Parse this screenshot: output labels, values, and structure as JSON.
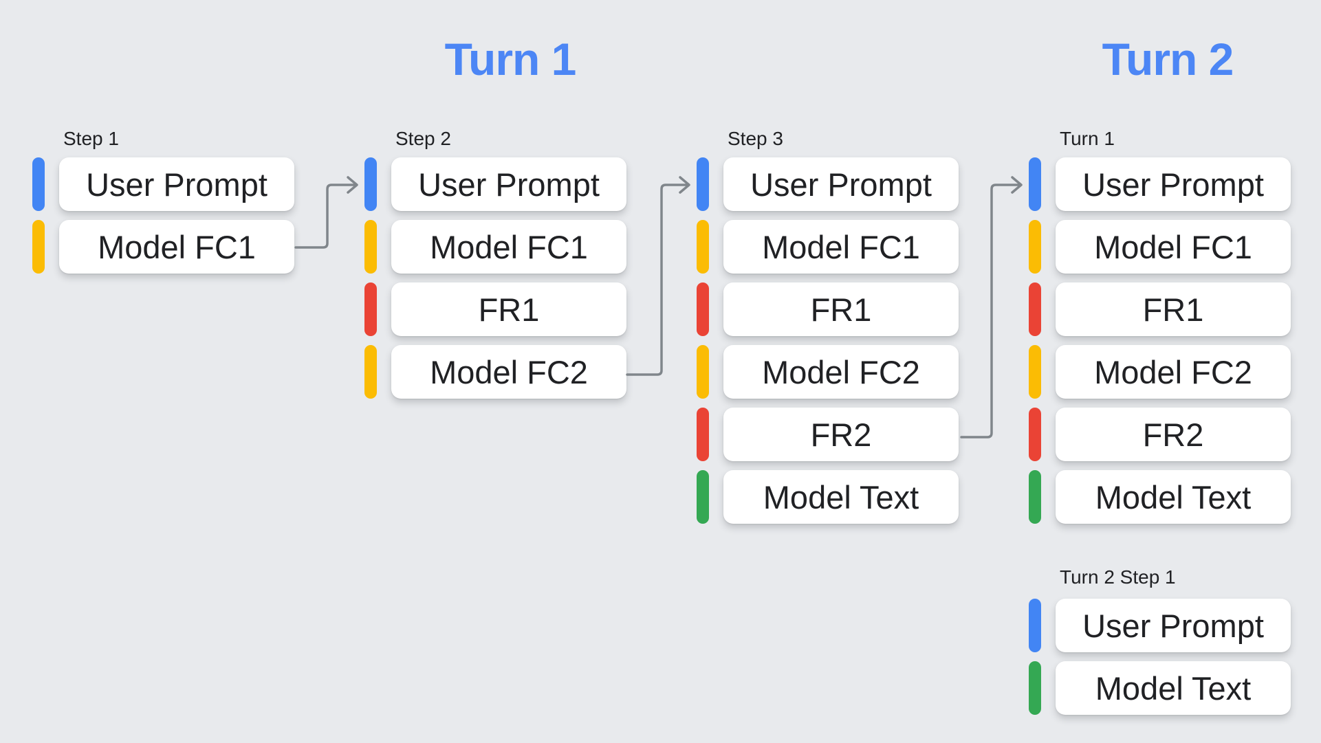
{
  "canvas": {
    "background": "#e8eaed"
  },
  "titles": {
    "turn1": "Turn 1",
    "turn2": "Turn 2"
  },
  "colors": {
    "blue": "#4285f4",
    "yellow": "#fbbc04",
    "red": "#ea4335",
    "green": "#34a853",
    "arrow": "#80868b",
    "title": "#4c86f5",
    "card": "#ffffff",
    "text": "#202124"
  },
  "columns": [
    {
      "label": "Step 1",
      "items": [
        {
          "kind": "user-prompt",
          "color": "blue",
          "label": "User Prompt"
        },
        {
          "kind": "model-function-call",
          "color": "yellow",
          "label": "Model FC1"
        }
      ]
    },
    {
      "label": "Step 2",
      "items": [
        {
          "kind": "user-prompt",
          "color": "blue",
          "label": "User Prompt"
        },
        {
          "kind": "model-function-call",
          "color": "yellow",
          "label": "Model FC1"
        },
        {
          "kind": "function-response",
          "color": "red",
          "label": "FR1"
        },
        {
          "kind": "model-function-call",
          "color": "yellow",
          "label": "Model FC2"
        }
      ]
    },
    {
      "label": "Step 3",
      "items": [
        {
          "kind": "user-prompt",
          "color": "blue",
          "label": "User Prompt"
        },
        {
          "kind": "model-function-call",
          "color": "yellow",
          "label": "Model FC1"
        },
        {
          "kind": "function-response",
          "color": "red",
          "label": "FR1"
        },
        {
          "kind": "model-function-call",
          "color": "yellow",
          "label": "Model FC2"
        },
        {
          "kind": "function-response",
          "color": "red",
          "label": "FR2"
        },
        {
          "kind": "model-text",
          "color": "green",
          "label": "Model Text"
        }
      ]
    },
    {
      "label": "Turn 1",
      "items": [
        {
          "kind": "user-prompt",
          "color": "blue",
          "label": "User Prompt"
        },
        {
          "kind": "model-function-call",
          "color": "yellow",
          "label": "Model FC1"
        },
        {
          "kind": "function-response",
          "color": "red",
          "label": "FR1"
        },
        {
          "kind": "model-function-call",
          "color": "yellow",
          "label": "Model FC2"
        },
        {
          "kind": "function-response",
          "color": "red",
          "label": "FR2"
        },
        {
          "kind": "model-text",
          "color": "green",
          "label": "Model Text"
        }
      ]
    }
  ],
  "turn2_section": {
    "label": "Turn 2 Step 1",
    "items": [
      {
        "kind": "user-prompt",
        "color": "blue",
        "label": "User Prompt"
      },
      {
        "kind": "model-text",
        "color": "green",
        "label": "Model Text"
      }
    ]
  }
}
